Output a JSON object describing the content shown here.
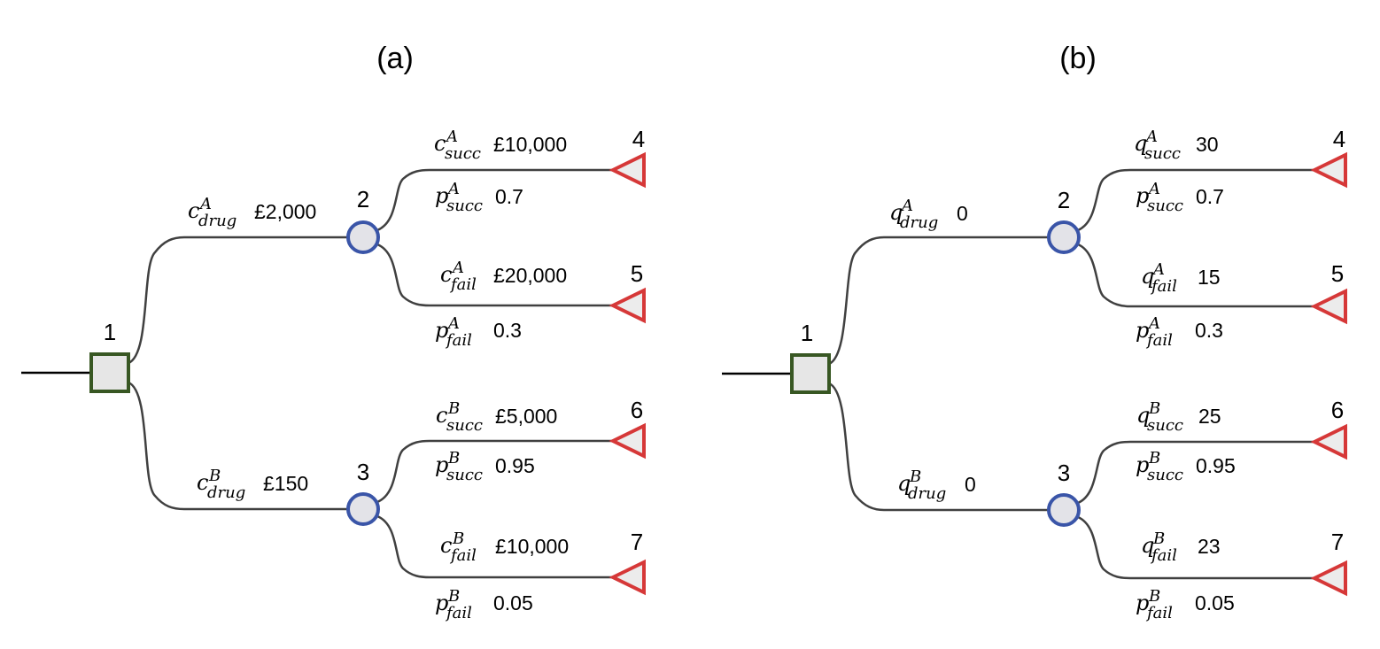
{
  "trees": [
    {
      "title": "(a)",
      "nodes": [
        "1",
        "2",
        "3",
        "4",
        "5",
        "6",
        "7"
      ],
      "drug_A": {
        "sym": "c",
        "sup": "A",
        "sub": "drug",
        "value": "£2,000"
      },
      "drug_B": {
        "sym": "c",
        "sup": "B",
        "sub": "drug",
        "value": "£150"
      },
      "outcomes": [
        {
          "sym": "c",
          "sup": "A",
          "sub": "succ",
          "value": "£10,000",
          "p_sup": "A",
          "p_sub": "succ",
          "p": "0.7"
        },
        {
          "sym": "c",
          "sup": "A",
          "sub": "fail",
          "value": "£20,000",
          "p_sup": "A",
          "p_sub": "fail",
          "p": "0.3"
        },
        {
          "sym": "c",
          "sup": "B",
          "sub": "succ",
          "value": "£5,000",
          "p_sup": "B",
          "p_sub": "succ",
          "p": "0.95"
        },
        {
          "sym": "c",
          "sup": "B",
          "sub": "fail",
          "value": "£10,000",
          "p_sup": "B",
          "p_sub": "fail",
          "p": "0.05"
        }
      ]
    },
    {
      "title": "(b)",
      "nodes": [
        "1",
        "2",
        "3",
        "4",
        "5",
        "6",
        "7"
      ],
      "drug_A": {
        "sym": "q",
        "sup": "A",
        "sub": "drug",
        "value": "0"
      },
      "drug_B": {
        "sym": "q",
        "sup": "B",
        "sub": "drug",
        "value": "0"
      },
      "outcomes": [
        {
          "sym": "q",
          "sup": "A",
          "sub": "succ",
          "value": "30",
          "p_sup": "A",
          "p_sub": "succ",
          "p": "0.7"
        },
        {
          "sym": "q",
          "sup": "A",
          "sub": "fail",
          "value": "15",
          "p_sup": "A",
          "p_sub": "fail",
          "p": "0.3"
        },
        {
          "sym": "q",
          "sup": "B",
          "sub": "succ",
          "value": "25",
          "p_sup": "B",
          "p_sub": "succ",
          "p": "0.95"
        },
        {
          "sym": "q",
          "sup": "B",
          "sub": "fail",
          "value": "23",
          "p_sup": "B",
          "p_sub": "fail",
          "p": "0.05"
        }
      ]
    }
  ],
  "probability_symbol": "p"
}
